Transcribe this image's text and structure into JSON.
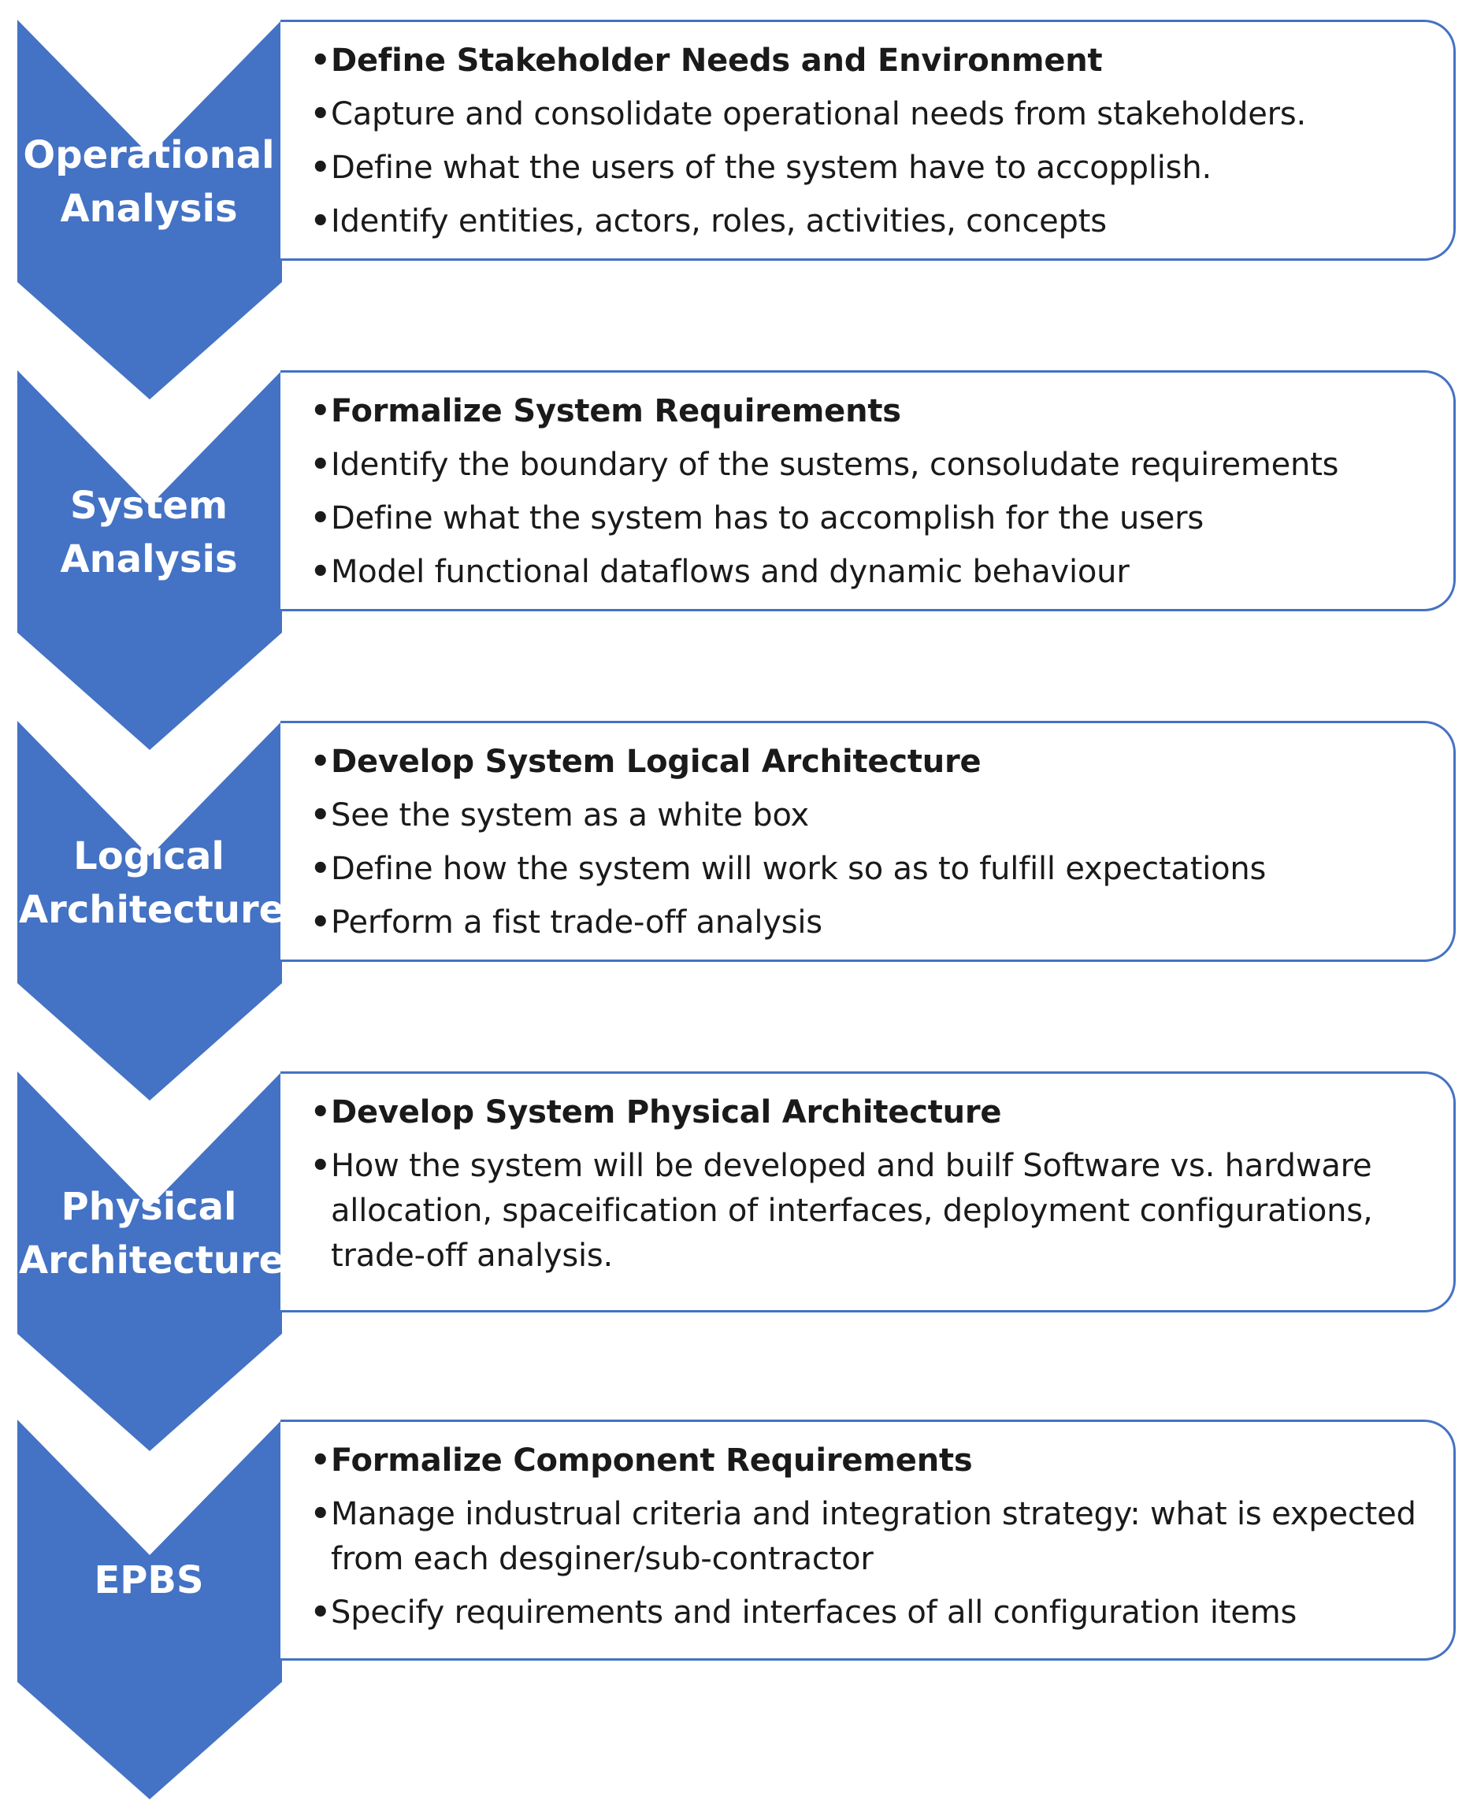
{
  "colors": {
    "chevron": "#4472c4",
    "box_border": "#4472c4",
    "label_text": "#ffffff",
    "body_text": "#1a1a1a"
  },
  "stages": [
    {
      "label_lines": [
        "Operational",
        "Analysis"
      ],
      "items": [
        "Define Stakeholder Needs and Environment",
        "Capture and consolidate operational needs from stakeholders.",
        "Define what the users of the system have to accopplish.",
        "Identify entities, actors, roles, activities, concepts"
      ]
    },
    {
      "label_lines": [
        "System",
        "Analysis"
      ],
      "items": [
        "Formalize System Requirements",
        "Identify the boundary of the sustems, consoludate requirements",
        "Define what the system has to accomplish for the users",
        "Model functional dataflows and dynamic behaviour"
      ]
    },
    {
      "label_lines": [
        "Logical",
        "Architecture"
      ],
      "items": [
        "Develop System Logical Architecture",
        "See the system as a white box",
        "Define how the system will work so as to fulfill expectations",
        "Perform a fist trade-off analysis"
      ]
    },
    {
      "label_lines": [
        "Physical",
        "Architecture"
      ],
      "items": [
        "Develop System Physical Architecture",
        "How the system will be developed and builf Software vs. hardware allocation, spaceification of interfaces, deployment configurations, trade-off analysis."
      ]
    },
    {
      "label_lines": [
        "EPBS"
      ],
      "items": [
        "Formalize Component Requirements",
        "Manage industrual criteria and integration strategy: what is expected from each desginer/sub-contractor",
        "Specify requirements and interfaces of all configuration items"
      ]
    }
  ]
}
